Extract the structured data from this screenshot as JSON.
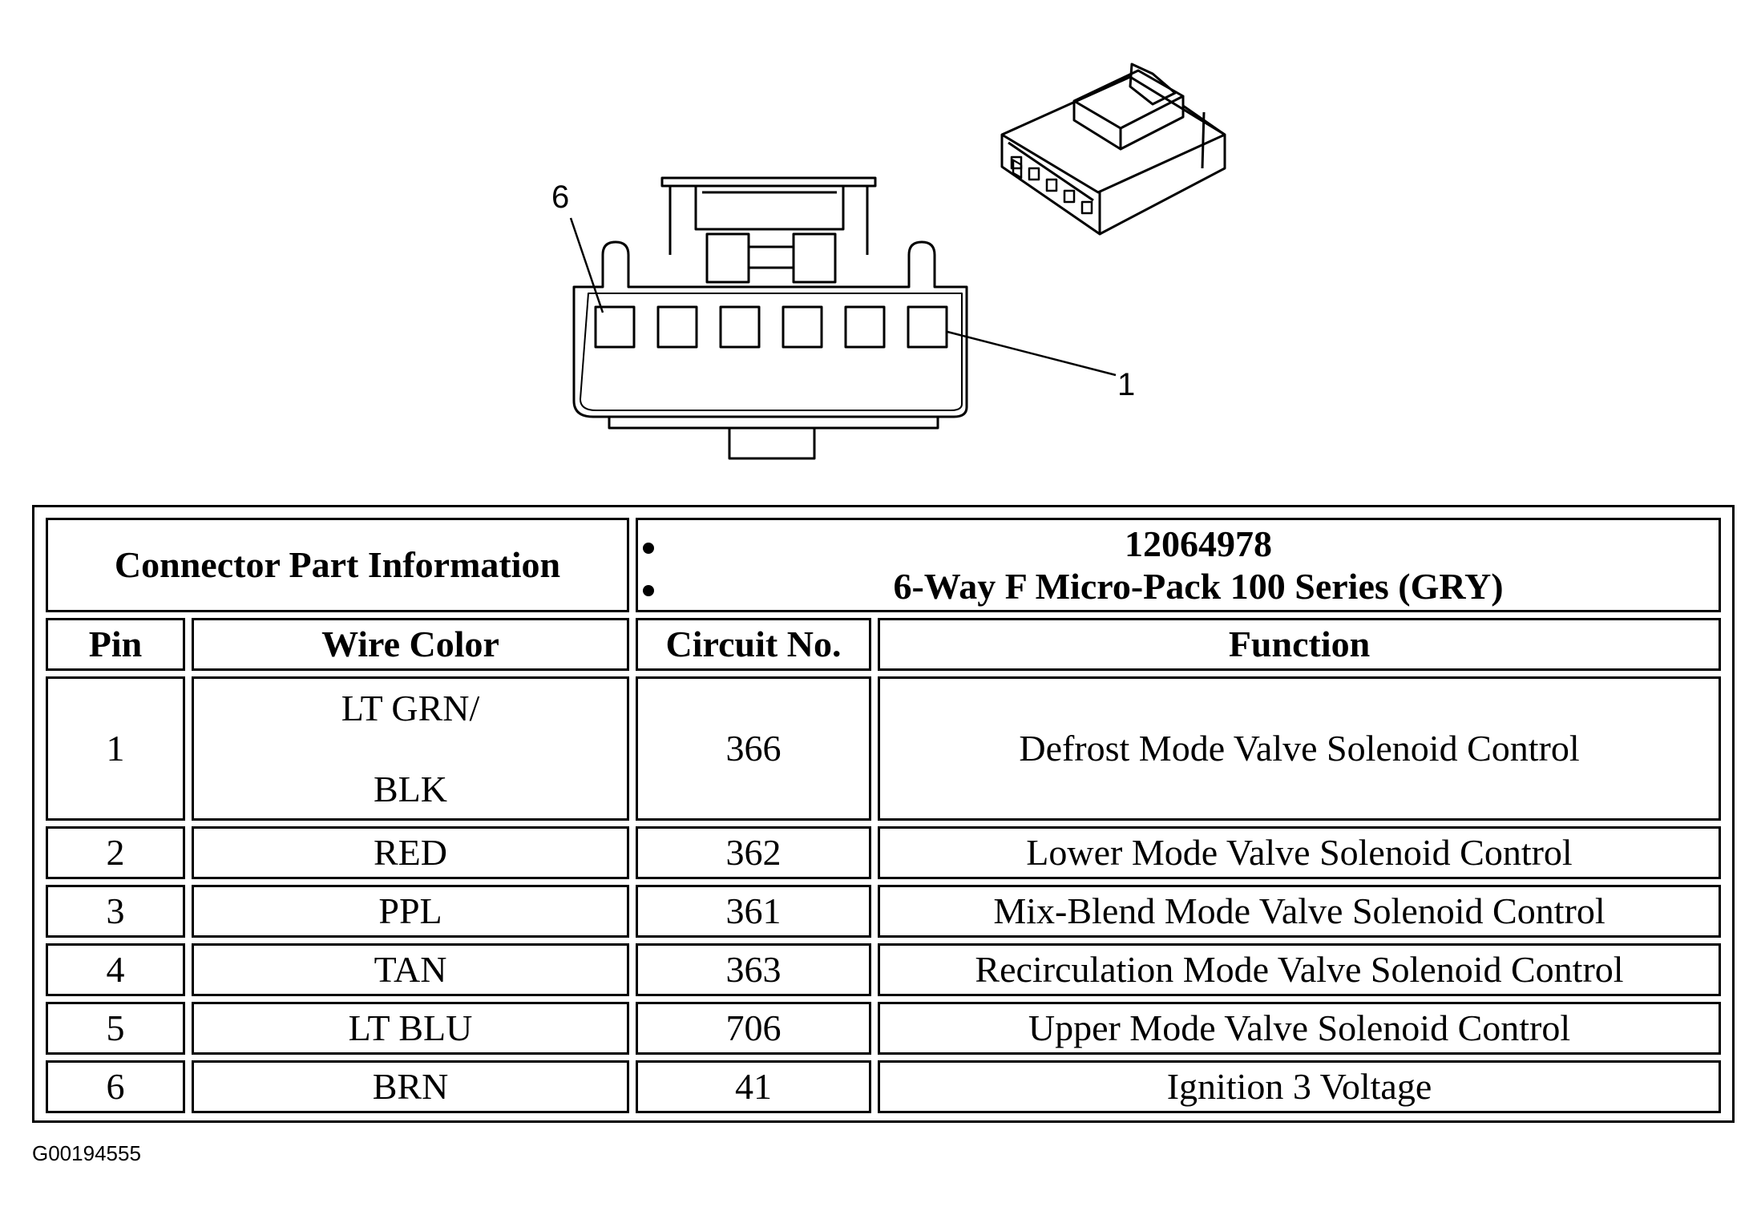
{
  "diagram": {
    "pin_labels": {
      "first": "1",
      "last": "6"
    }
  },
  "table": {
    "connector_info": {
      "label": "Connector Part Information",
      "items": [
        "12064978",
        "6-Way F Micro-Pack 100 Series (GRY)"
      ]
    },
    "headers": {
      "pin": "Pin",
      "wire_color": "Wire Color",
      "circuit": "Circuit No.",
      "function": "Function"
    },
    "rows": [
      {
        "pin": "1",
        "wire_color": [
          "LT GRN/",
          "BLK"
        ],
        "circuit": "366",
        "function": "Defrost Mode Valve Solenoid Control"
      },
      {
        "pin": "2",
        "wire_color": [
          "RED"
        ],
        "circuit": "362",
        "function": "Lower Mode Valve Solenoid Control"
      },
      {
        "pin": "3",
        "wire_color": [
          "PPL"
        ],
        "circuit": "361",
        "function": "Mix-Blend Mode Valve Solenoid Control"
      },
      {
        "pin": "4",
        "wire_color": [
          "TAN"
        ],
        "circuit": "363",
        "function": "Recirculation Mode Valve Solenoid Control"
      },
      {
        "pin": "5",
        "wire_color": [
          "LT BLU"
        ],
        "circuit": "706",
        "function": "Upper Mode Valve Solenoid Control"
      },
      {
        "pin": "6",
        "wire_color": [
          "BRN"
        ],
        "circuit": "41",
        "function": "Ignition 3 Voltage"
      }
    ]
  },
  "figure_id": "G00194555"
}
